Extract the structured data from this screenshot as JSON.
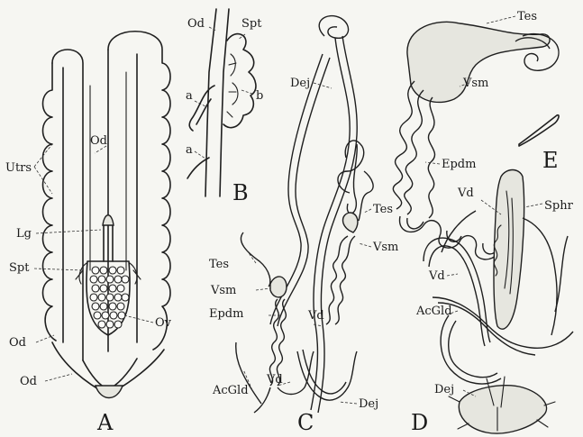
{
  "panels": {
    "A": {
      "letter": "A",
      "labels": [
        "Utrs",
        "Od",
        "Lg",
        "Spt",
        "Od",
        "Od",
        "Ov"
      ]
    },
    "B": {
      "letter": "B",
      "labels": [
        "Od",
        "Spt",
        "a",
        "b",
        "a"
      ]
    },
    "C": {
      "letter": "C",
      "labels": [
        "Dej",
        "Tes",
        "Vsm",
        "Tes",
        "Vsm",
        "Epdm",
        "Vd",
        "Vd",
        "AcGld",
        "Dej"
      ]
    },
    "D": {
      "letter": "D",
      "labels": [
        "Vd",
        "Sphr",
        "Vd",
        "AcGld",
        "Dej"
      ]
    },
    "E": {
      "letter": "E",
      "labels": [
        "Tes",
        "Vsm",
        "Epdm"
      ]
    }
  }
}
